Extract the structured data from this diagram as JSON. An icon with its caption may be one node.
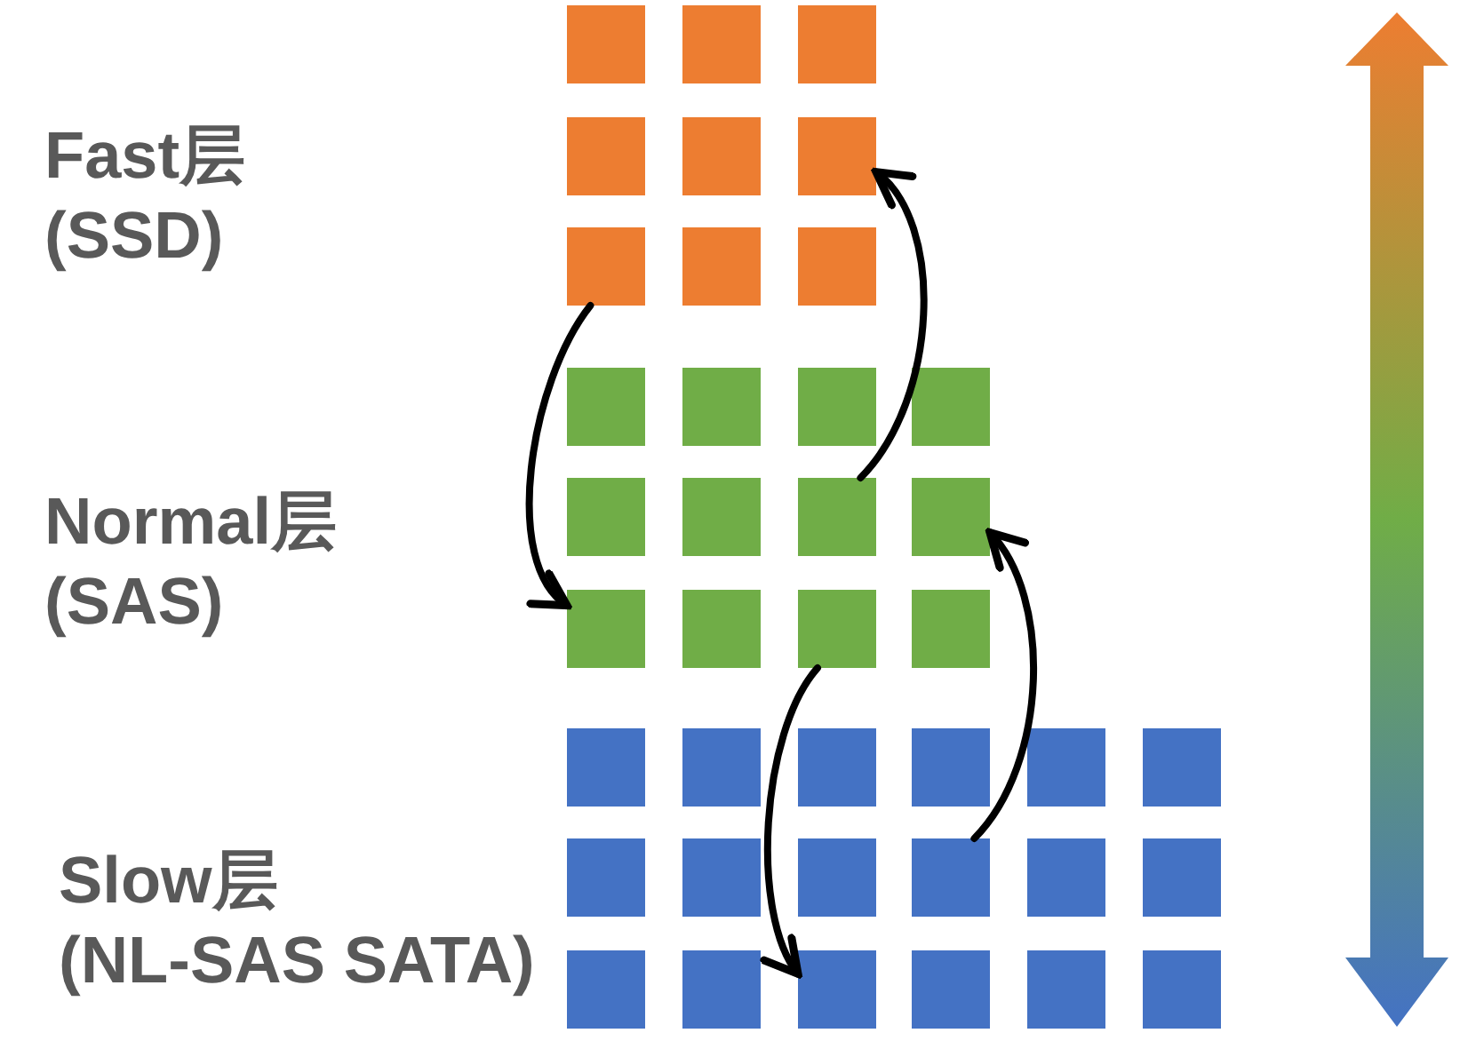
{
  "diagram": {
    "nodes": [
      {
        "text": [],
        "shape": "box"
      },
      {
        "text": [],
        "shape": "box"
      },
      {
        "text": [],
        "shape": "box"
      },
      {
        "text": [],
        "shape": "box"
      },
      {
        "text": [],
        "shape": "box"
      },
      {
        "text": [],
        "shape": "box"
      },
      {
        "text": [],
        "shape": "box"
      },
      {
        "text": [],
        "shape": "box"
      },
      {
        "text": [],
        "shape": "box"
      },
      {
        "text": [],
        "shape": "box"
      },
      {
        "text": [],
        "shape": "box"
      },
      {
        "text": [],
        "shape": "box"
      },
      {
        "text": [],
        "shape": "box"
      },
      {
        "text": [],
        "shape": "box"
      },
      {
        "text": [],
        "shape": "box"
      },
      {
        "text": [],
        "shape": "box"
      },
      {
        "text": [],
        "shape": "box"
      },
      {
        "text": [],
        "shape": "box"
      },
      {
        "text": [],
        "shape": "box"
      },
      {
        "text": [],
        "shape": "box"
      },
      {
        "text": [],
        "shape": "box"
      },
      {
        "text": [],
        "shape": "box"
      },
      {
        "text": [],
        "shape": "box"
      },
      {
        "text": [],
        "shape": "box"
      },
      {
        "text": [],
        "shape": "box"
      },
      {
        "text": [],
        "shape": "box"
      },
      {
        "text": [],
        "shape": "box"
      },
      {
        "text": [],
        "shape": "box"
      },
      {
        "text": [],
        "shape": "box"
      },
      {
        "text": [],
        "shape": "box"
      },
      {
        "text": [],
        "shape": "box"
      },
      {
        "text": [],
        "shape": "box"
      },
      {
        "text": [],
        "shape": "box"
      },
      {
        "text": [],
        "shape": "box"
      },
      {
        "text": [],
        "shape": "box"
      },
      {
        "text": [],
        "shape": "box"
      },
      {
        "text": [],
        "shape": "box"
      },
      {
        "text": [],
        "shape": "box"
      },
      {
        "text": [],
        "shape": "box"
      }
    ],
    "edges": [
      {
        "from": 6,
        "to": 17,
        "arrow": "to"
      },
      {
        "from": 15,
        "to": 5,
        "arrow": "to"
      },
      {
        "from": 19,
        "to": 35,
        "arrow": "to"
      },
      {
        "from": 30,
        "to": 16,
        "arrow": "to"
      }
    ],
    "labels": [
      "Fast层 (SSD)",
      "Normal层 (SAS)",
      "Slow层 (NL-SAS SATA)"
    ]
  }
}
